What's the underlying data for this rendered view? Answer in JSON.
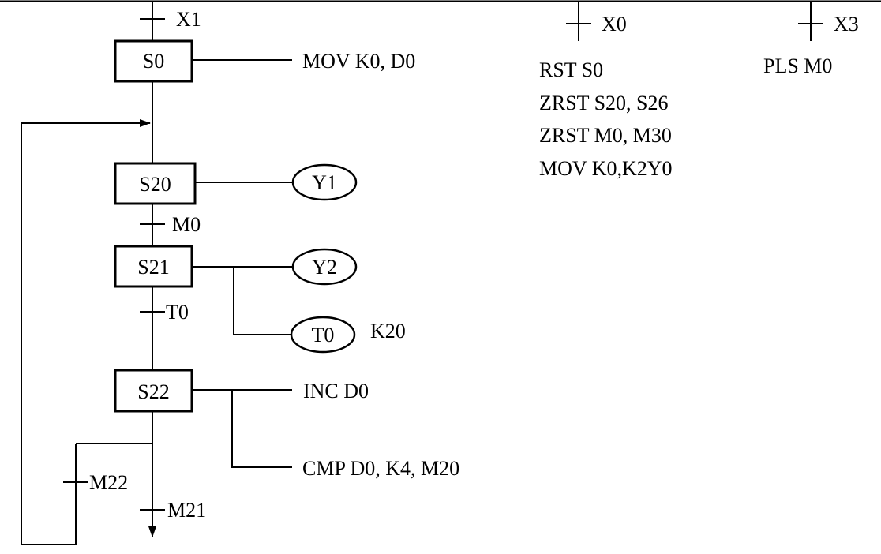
{
  "steps": {
    "s0": "S0",
    "s20": "S20",
    "s21": "S21",
    "s22": "S22"
  },
  "transitions": {
    "x1": "X1",
    "m0": "M0",
    "t0": "T0",
    "m21": "M21",
    "m22": "M22"
  },
  "actions": {
    "s0_action": "MOV K0, D0",
    "s20_coil": "Y1",
    "s21_coil": "Y2",
    "s21_timer": "T0",
    "s21_timer_preset": "K20",
    "s22_action_1": "INC D0",
    "s22_action_2": "CMP D0, K4, M20"
  },
  "reset_branch": {
    "contact": "X0",
    "lines": [
      "RST S0",
      "ZRST S20, S26",
      "ZRST M0, M30",
      "MOV K0,K2Y0"
    ]
  },
  "pulse_branch": {
    "contact": "X3",
    "instruction": "PLS M0"
  }
}
